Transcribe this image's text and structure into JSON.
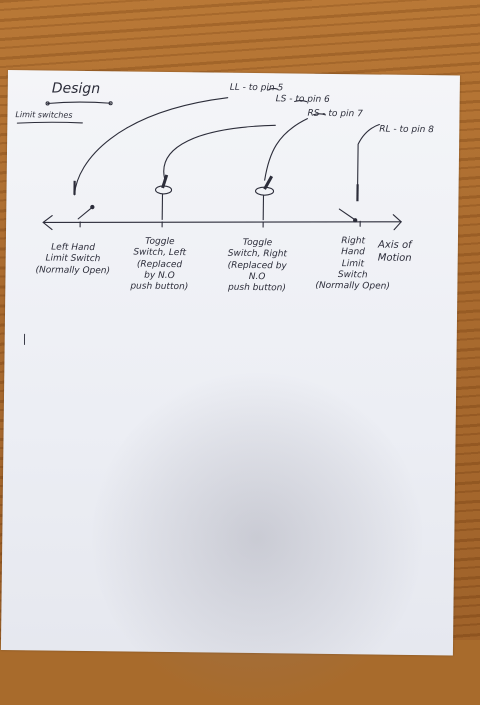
{
  "heading": "Design",
  "subheading": "Limit switches",
  "pin_labels": {
    "ll": "LL - to pin 5",
    "ls": "LS - to pin 6",
    "rs": "RS - to pin 7",
    "rl": "RL - to pin 8"
  },
  "switch_labels": {
    "left_hand": "Left Hand\nLimit Switch\n(Normally Open)",
    "toggle_left": "Toggle\nSwitch, Left\n(Replaced\nby N.O\npush button)",
    "toggle_right": "Toggle\nSwitch, Right\n(Replaced by\nN.O\npush button)",
    "right_hand": "Right\nHand\nLimit\nSwitch\n(Normally Open)",
    "axis": "Axis of\nMotion"
  },
  "margin_mark": "|",
  "colors": {
    "ink": "#2c2d3a",
    "paper": "#eef0f5",
    "desk": "#a86b2c"
  }
}
